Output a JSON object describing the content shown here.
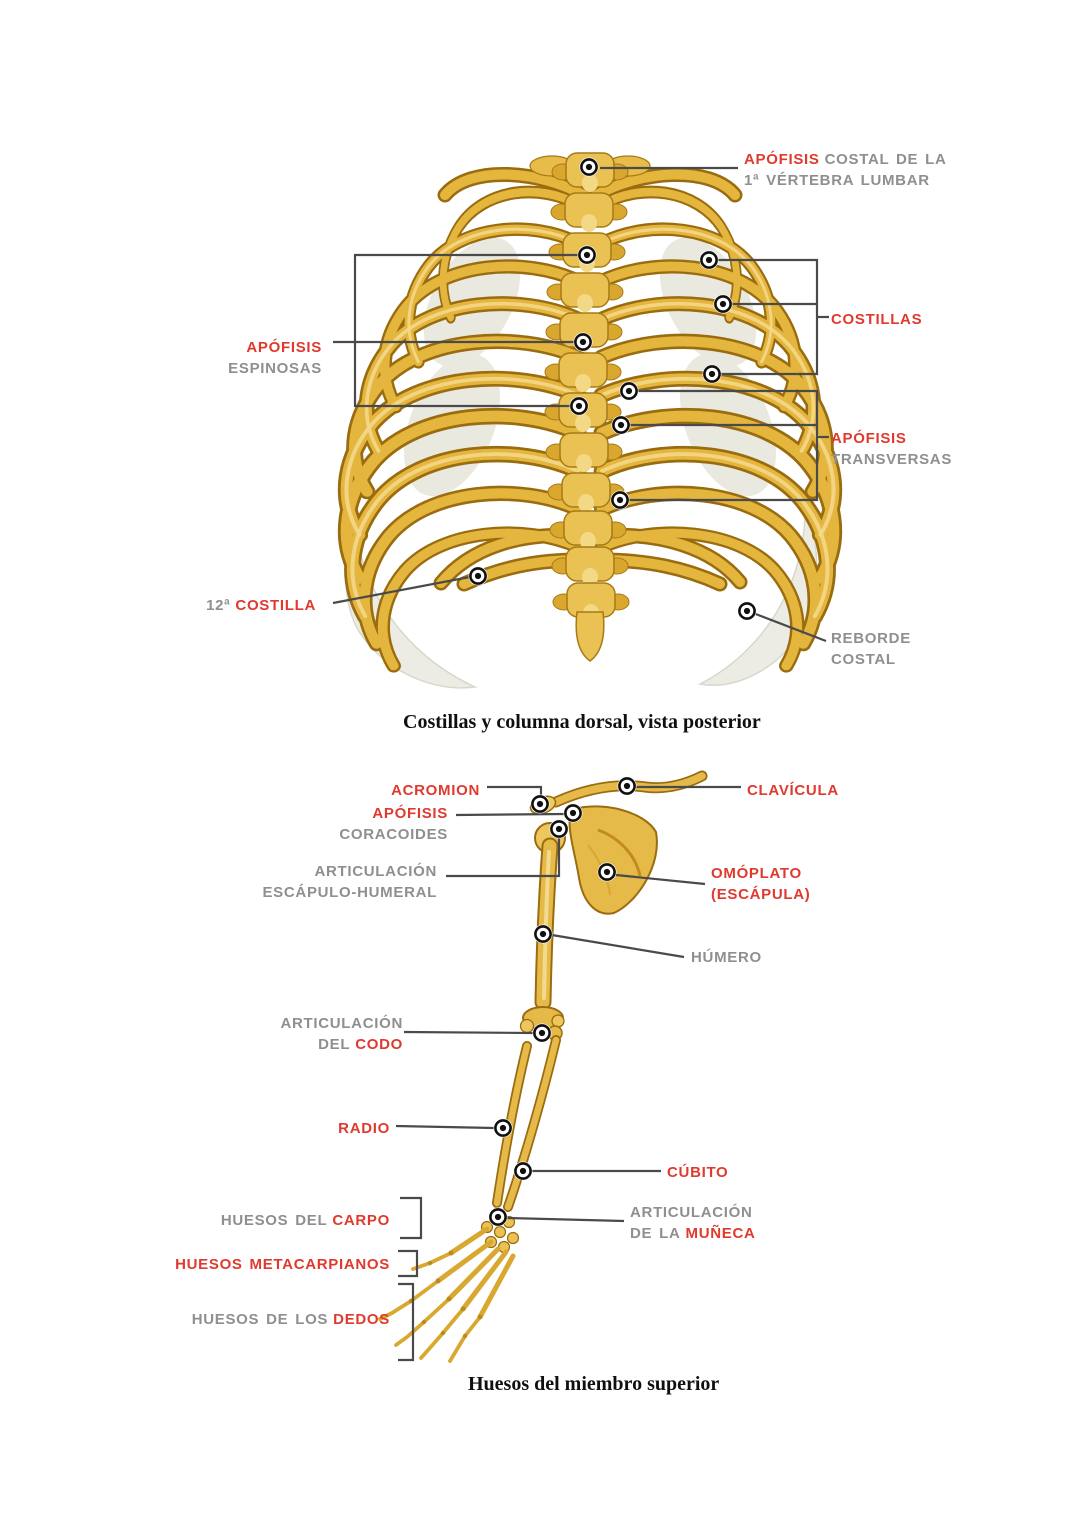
{
  "colors": {
    "label_red": "#e03a2e",
    "label_gray": "#8f8f8f",
    "leader_line": "#4a4a4a",
    "bone_gold": "#e4b63e",
    "bone_outline": "#9a6c10",
    "cartilage": "#ecece5"
  },
  "fig1": {
    "caption": "Costillas y columna dorsal, vista posterior",
    "labels": {
      "apofisis_costal_red": "APÓFISIS",
      "apofisis_costal_gray": "COSTAL DE LA",
      "apofisis_costal_line2": "1ª VÉRTEBRA LUMBAR",
      "costillas": "COSTILLAS",
      "apofisis_espinosas_red": "APÓFISIS",
      "apofisis_espinosas_gray": "ESPINOSAS",
      "apofisis_transversas_red": "APÓFISIS",
      "apofisis_transversas_gray": "TRANSVERSAS",
      "costilla12_gray": "12ª",
      "costilla12_red": "COSTILLA",
      "reborde_line1": "REBORDE",
      "reborde_line2": "COSTAL"
    }
  },
  "fig2": {
    "caption": "Huesos del miembro superior",
    "labels": {
      "acromion": "ACROMION",
      "coracoides_red": "APÓFISIS",
      "coracoides_gray": "CORACOIDES",
      "escapulo_line1": "ARTICULACIÓN",
      "escapulo_line2": "ESCÁPULO-HUMERAL",
      "clavicula": "CLAVÍCULA",
      "omoplato_line1": "OMÓPLATO",
      "omoplato_line2": "(ESCÁPULA)",
      "humero": "HÚMERO",
      "codo_line1": "ARTICULACIÓN",
      "codo_gray": "DEL",
      "codo_red": "CODO",
      "radio": "RADIO",
      "cubito": "CÚBITO",
      "muneca_line1": "ARTICULACIÓN",
      "muneca_gray": "DE LA",
      "muneca_red": "MUÑECA",
      "carpo_gray": "HUESOS DEL",
      "carpo_red": "CARPO",
      "metacarpianos": "HUESOS METACARPIANOS",
      "dedos_gray": "HUESOS DE LOS",
      "dedos_red": "DEDOS"
    }
  }
}
